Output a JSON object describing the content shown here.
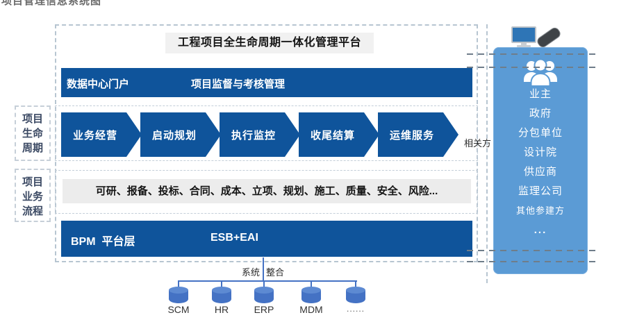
{
  "caption": "项目管理信息系统图",
  "platform": {
    "title": "工程项目全生命周期一体化管理平台",
    "portal_bar": {
      "left": "数据中心门户",
      "right": "项目监督与考核管理"
    },
    "lifecycle_stages": [
      "业务经营",
      "启动规划",
      "执行监控",
      "收尾结算",
      "运维服务"
    ],
    "process_bar": "可研、报备、投标、合同、成本、立项、规划、施工、质量、安全、风险...",
    "platform_bar": {
      "left": "BPM  平台层",
      "right": "ESB+EAI"
    }
  },
  "row_labels": {
    "lifecycle": [
      "项目",
      "生命",
      "周期"
    ],
    "process": [
      "项目",
      "业务",
      "流程"
    ]
  },
  "stakeholders": {
    "caption": "相关方",
    "items": [
      "业主",
      "政府",
      "分包单位",
      "设计院",
      "供应商",
      "监理公司",
      "其他参建方",
      "..."
    ]
  },
  "integration": {
    "label_left": "系统",
    "label_right": "整合",
    "systems": [
      "SCM",
      "HR",
      "ERP",
      "MDM",
      "......"
    ]
  },
  "icons": [
    "monitor-icon",
    "smartphone-icon",
    "people-group-icon",
    "database-cylinder-icon"
  ],
  "colors": {
    "primary_blue": "#0f549b",
    "stakeholder_panel_blue": "#5b9bd5",
    "database_blue": "#4472c4",
    "title_bg": "#f1f1f1",
    "process_bg": "#ececec"
  }
}
